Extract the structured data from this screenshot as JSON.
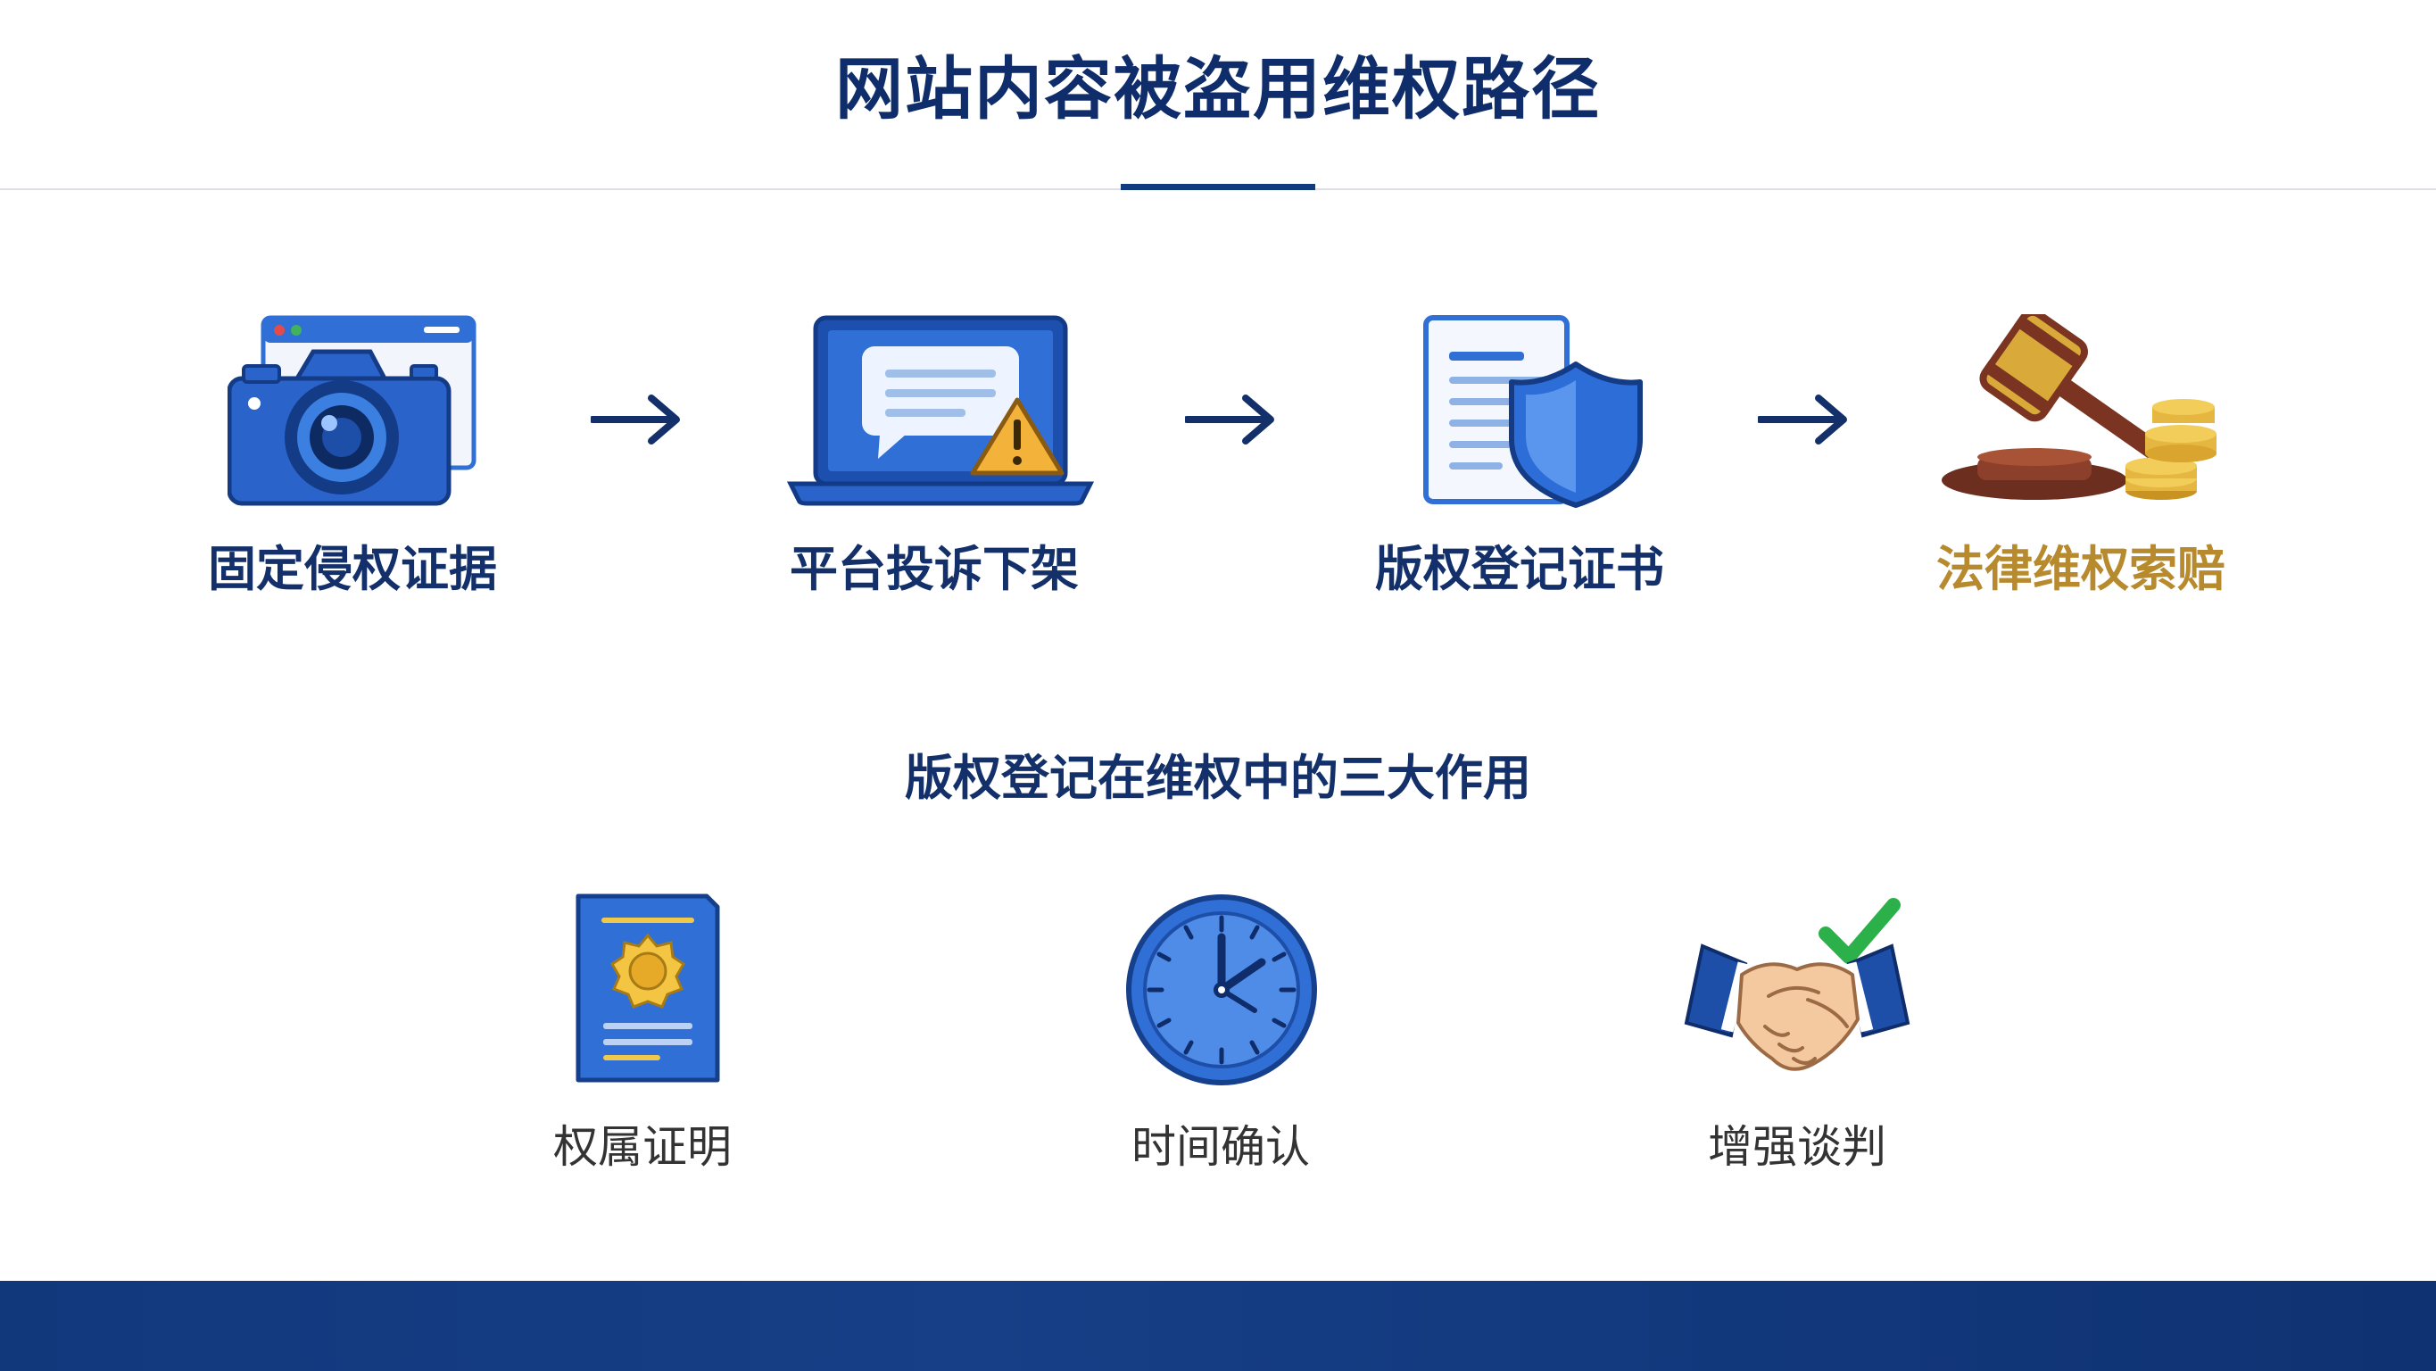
{
  "header": {
    "title": "网站内容被盗用维权路径"
  },
  "flow": {
    "steps": [
      {
        "label": "固定侵权证据",
        "icon": "camera-browser-icon"
      },
      {
        "label": "平台投诉下架",
        "icon": "laptop-warning-icon"
      },
      {
        "label": "版权登记证书",
        "icon": "document-shield-icon"
      },
      {
        "label": "法律维权索赔",
        "icon": "gavel-coins-icon"
      }
    ],
    "arrow_icon": "arrow-right-icon"
  },
  "roles": {
    "subtitle": "版权登记在维权中的三大作用",
    "items": [
      {
        "label": "权属证明",
        "icon": "certificate-icon"
      },
      {
        "label": "时间确认",
        "icon": "clock-icon"
      },
      {
        "label": "增强谈判",
        "icon": "handshake-check-icon"
      }
    ]
  },
  "colors": {
    "primary_navy": "#0f2c6b",
    "accent_blue": "#2f6fd6",
    "gold": "#b88a2e",
    "footer": "#12387c"
  }
}
